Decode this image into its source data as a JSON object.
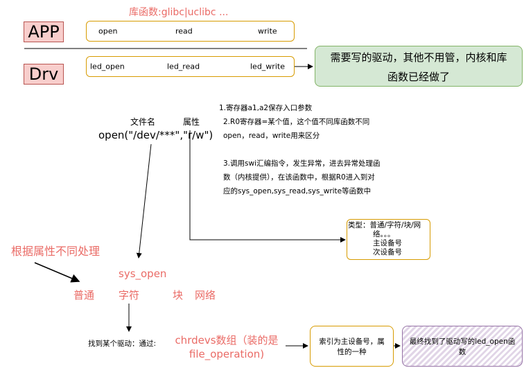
{
  "lib_caption": "库函数:glibc|uclibc ...",
  "app": {
    "label": "APP",
    "items": [
      "open",
      "read",
      "write"
    ]
  },
  "drv": {
    "label": "Drv",
    "items": [
      "led_open",
      "led_read",
      "led_write"
    ]
  },
  "drv_note": {
    "line1": "需要写的驱动，其他不用管，内核和库",
    "line2": "函数已经做了"
  },
  "open_call": {
    "filename_label": "文件名",
    "attr_label": "属性",
    "code": "open(\"/dev/***\",\"r/w\")"
  },
  "steps": {
    "s1": "1.寄存器a1,a2保存入口参数",
    "s2_line1": "2.R0寄存器=某个值，这个值不同库函数不同",
    "s2_line2": "open，read，write用来区分",
    "s3_line1": "3.调用swi汇编指令，发生异常，进去异常处理函",
    "s3_line2": "数（内核提供），在该函数中，根据R0进入到对",
    "s3_line3": "应的sys_open,sys_read,sys_write等函数中"
  },
  "type_box": {
    "line1": "类型：普通/字符/块/网",
    "line2": "络。。。",
    "line3": "主设备号",
    "line4": "次设备号"
  },
  "attr_note": "根据属性不同处理",
  "sys_open": "sys_open",
  "categories": {
    "normal": "普通",
    "char": "字符",
    "block": "块",
    "network": "网络"
  },
  "find_driver_label": "找到某个驱动：通过:",
  "chrdevs": {
    "line1": "chrdevs数组（装的是",
    "line2": "file_operation)"
  },
  "index_box": {
    "line1": "索引为主设备号，属",
    "line2": "性的一种"
  },
  "final_box": {
    "line1": "最终找到了驱动写的led_open函",
    "line2": "数"
  },
  "colors": {
    "accent_red": "#ea6b66",
    "orange_border": "#d79b00",
    "green_fill": "#d5e8d4",
    "green_border": "#82b366",
    "purple_fill": "#e1d5e7",
    "purple_border": "#9673a6",
    "pink_fill": "#f8cecc"
  }
}
